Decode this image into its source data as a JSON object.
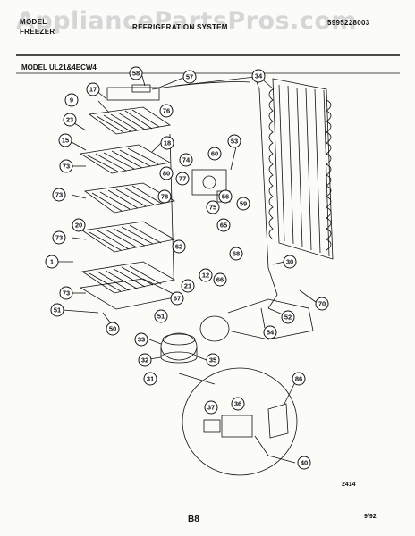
{
  "header": {
    "line1_left": "MODEL",
    "line2_left": "FREEZER",
    "center": "REFRIGERATION SYSTEM",
    "part_number": "5995228003"
  },
  "watermark": "AppliancePartsPros.com",
  "model_label": "MODEL  UL21&4ECW4",
  "figure_number": "2414",
  "page_code": "B8",
  "date": "9/92",
  "callouts": [
    "9",
    "17",
    "58",
    "57",
    "76",
    "23",
    "18",
    "15",
    "80",
    "74",
    "60",
    "53",
    "73",
    "77",
    "78",
    "56",
    "75",
    "59",
    "65",
    "20",
    "34",
    "62",
    "68",
    "30",
    "1",
    "12",
    "21",
    "66",
    "67",
    "70",
    "51",
    "52",
    "54",
    "50",
    "33",
    "32",
    "35",
    "31",
    "86",
    "37",
    "36",
    "40"
  ]
}
